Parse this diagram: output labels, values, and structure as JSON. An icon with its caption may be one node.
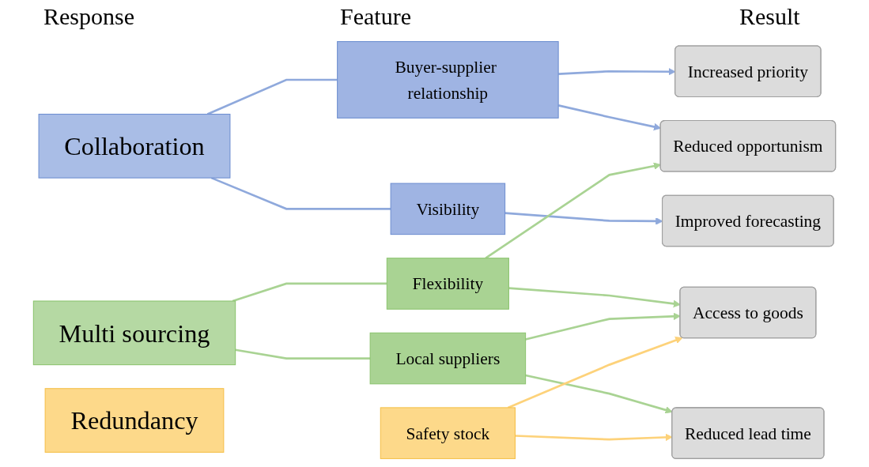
{
  "diagram": {
    "nodes": [
      {
        "text": [
          "Collaboration"
        ]
      },
      {
        "text": [
          "Multi sourcing"
        ]
      },
      {
        "text": [
          "Redundancy"
        ]
      },
      {
        "text": [
          "Buyer-supplier relationship"
        ]
      },
      {
        "text": [
          "Visibility"
        ]
      },
      {
        "text": [
          "Flexibility"
        ]
      },
      {
        "text": [
          "Local suppliers"
        ]
      },
      {
        "text": [
          "Safety stock"
        ]
      },
      {
        "text": [
          "Increased priority"
        ]
      },
      {
        "text": [
          "Reduced opportunism"
        ]
      },
      {
        "text": [
          "Improved forecasting"
        ]
      },
      {
        "text": [
          "Access to goods"
        ]
      },
      {
        "text": [
          "Reduced lead time"
        ]
      }
    ],
    "edges": [
      {
        "from": 0,
        "to": 3,
        "arrow": "none",
        "color": "#8fa9dc"
      },
      {
        "from": 0,
        "to": 4,
        "arrow": "none",
        "color": "#8fa9dc"
      },
      {
        "from": 1,
        "to": 5,
        "arrow": "none"
      },
      {
        "from": 1,
        "to": 6,
        "arrow": "none"
      },
      {
        "from": 3,
        "to": 8,
        "arrow": "to",
        "color": "#8fa9dc"
      },
      {
        "from": 3,
        "to": 9,
        "arrow": "to",
        "color": "#8fa9dc"
      },
      {
        "from": 4,
        "to": 10,
        "arrow": "to",
        "color": "#8fa9dc"
      },
      {
        "from": 5,
        "to": 9,
        "arrow": "to"
      },
      {
        "from": 5,
        "to": 11,
        "arrow": "to"
      },
      {
        "from": 6,
        "to": 11,
        "arrow": "to"
      },
      {
        "from": 6,
        "to": 12,
        "arrow": "to"
      },
      {
        "from": 7,
        "to": 11,
        "arrow": "to",
        "color": "#fdd27a"
      },
      {
        "from": 7,
        "to": 12,
        "arrow": "to",
        "color": "#fdd27a"
      }
    ],
    "labels": [
      "Feature",
      "Result",
      "Response"
    ]
  }
}
